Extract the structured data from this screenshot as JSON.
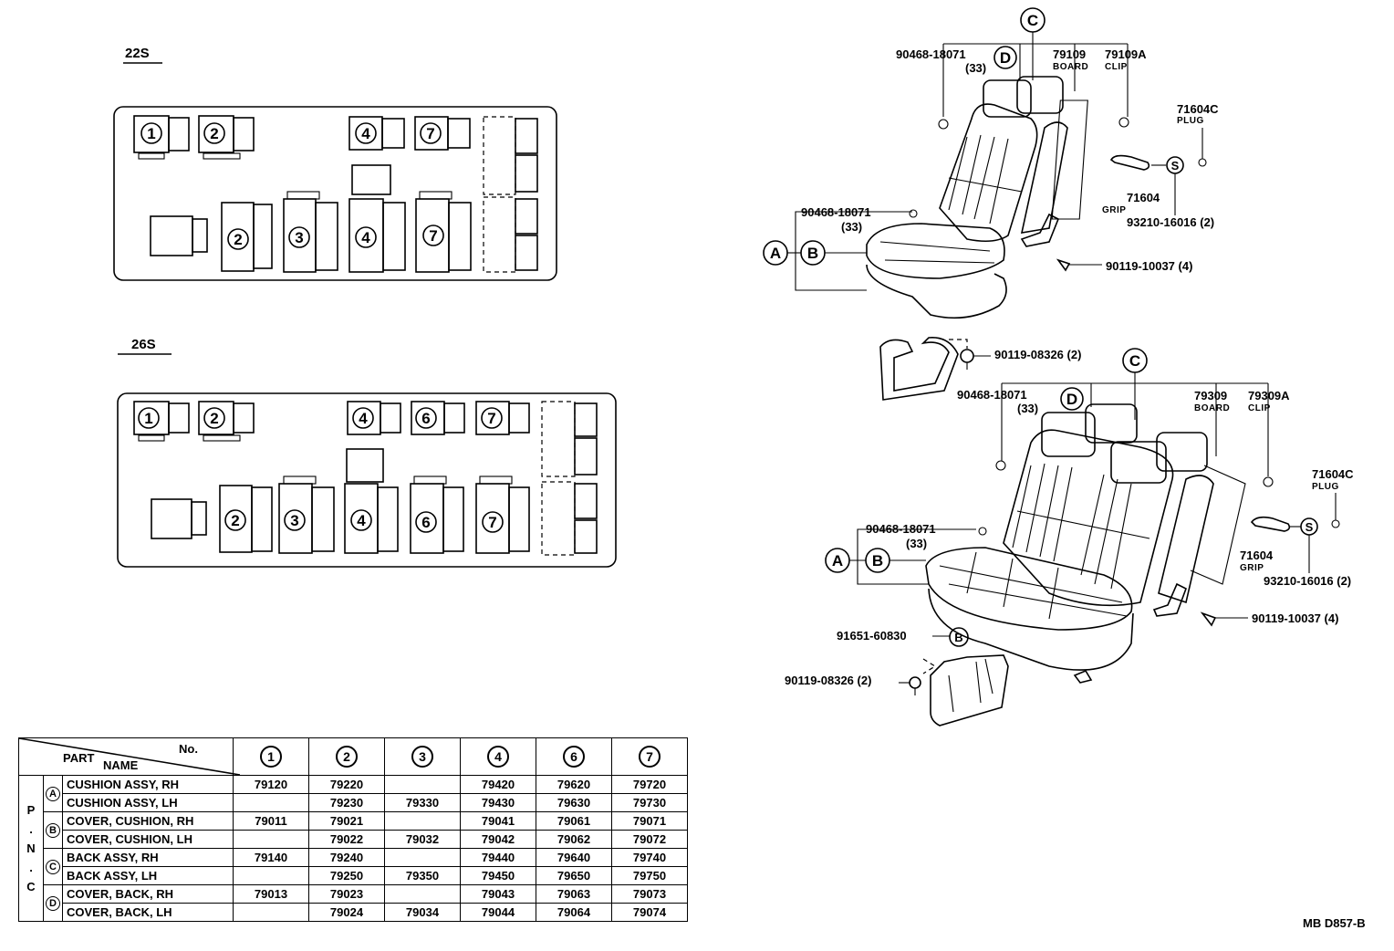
{
  "layouts": [
    {
      "code": "22S"
    },
    {
      "code": "26S"
    }
  ],
  "seat_numbers": [
    "1",
    "2",
    "3",
    "4",
    "6",
    "7"
  ],
  "callout_letters": [
    "A",
    "B",
    "C",
    "D",
    "S"
  ],
  "upper_assembly": {
    "labels": [
      "90468-18071",
      "(33)",
      "79109",
      "79109A",
      "BOARD",
      "CLIP",
      "71604C",
      "PLUG",
      "71604",
      "GRIP",
      "93210-16016 (2)",
      "90468-18071",
      "(33)",
      "90119-10037 (4)",
      "90119-08326 (2)"
    ]
  },
  "lower_assembly": {
    "labels": [
      "90468-18071",
      "(33)",
      "79309",
      "79309A",
      "BOARD",
      "CLIP",
      "71604C",
      "PLUG",
      "71604",
      "GRIP",
      "93210-16016 (2)",
      "90468-18071",
      "(33)",
      "90119-10037 (4)",
      "91651-60830",
      "90119-08326 (2)"
    ]
  },
  "table": {
    "header_no": "No.",
    "header_part": "PART",
    "header_name": "NAME",
    "pnc_label": [
      "P",
      ".",
      "N",
      ".",
      "C"
    ],
    "columns": [
      "1",
      "2",
      "3",
      "4",
      "6",
      "7"
    ],
    "groups": [
      {
        "letter": "A",
        "rows": [
          {
            "name": "CUSHION ASSY, RH",
            "values": [
              "79120",
              "79220",
              "",
              "79420",
              "79620",
              "79720"
            ]
          },
          {
            "name": "CUSHION ASSY, LH",
            "values": [
              "",
              "79230",
              "79330",
              "79430",
              "79630",
              "79730"
            ]
          }
        ]
      },
      {
        "letter": "B",
        "rows": [
          {
            "name": "COVER, CUSHION, RH",
            "values": [
              "79011",
              "79021",
              "",
              "79041",
              "79061",
              "79071"
            ]
          },
          {
            "name": "COVER, CUSHION, LH",
            "values": [
              "",
              "79022",
              "79032",
              "79042",
              "79062",
              "79072"
            ]
          }
        ]
      },
      {
        "letter": "C",
        "rows": [
          {
            "name": "BACK ASSY, RH",
            "values": [
              "79140",
              "79240",
              "",
              "79440",
              "79640",
              "79740"
            ]
          },
          {
            "name": "BACK ASSY, LH",
            "values": [
              "",
              "79250",
              "79350",
              "79450",
              "79650",
              "79750"
            ]
          }
        ]
      },
      {
        "letter": "D",
        "rows": [
          {
            "name": "COVER, BACK, RH",
            "values": [
              "79013",
              "79023",
              "",
              "79043",
              "79063",
              "79073"
            ]
          },
          {
            "name": "COVER, BACK, LH",
            "values": [
              "",
              "79024",
              "79034",
              "79044",
              "79064",
              "79074"
            ]
          }
        ]
      }
    ]
  },
  "figure_code": "MB D857-B"
}
